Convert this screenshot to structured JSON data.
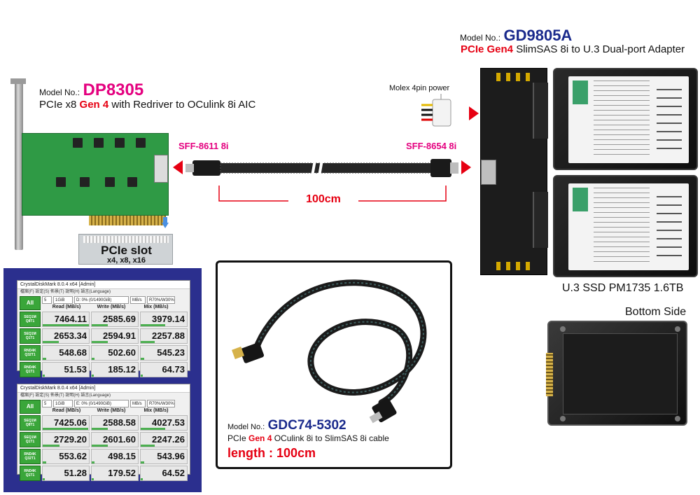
{
  "aic": {
    "model_prefix": "Model No.:",
    "model": "DP8305",
    "desc_a": "PCIe x8 ",
    "desc_gen": "Gen 4",
    "desc_b": " with Redriver to OCulink 8i AIC",
    "slot_title": "PCIe slot",
    "slot_sub": "x4, x8, x16"
  },
  "adapter": {
    "model_prefix": "Model No.:",
    "model": "GD9805A",
    "desc_gen": "PCIe Gen4",
    "desc_rest": " SlimSAS 8i to U.3 Dual-port Adapter",
    "molex": "Molex 4pin power"
  },
  "connectors": {
    "left": "SFF-8611 8i",
    "right": "SFF-8654 8i",
    "length": "100cm"
  },
  "ssd": {
    "caption": "U.3 SSD PM1735 1.6TB",
    "bottom": "Bottom Side"
  },
  "cable": {
    "model_prefix": "Model No.:",
    "model": "GDC74-5302",
    "desc_a": "PCIe ",
    "desc_gen": "Gen 4",
    "desc_b": " OCulink 8i to SlimSAS 8i cable",
    "length_label": "length : 100cm"
  },
  "cdm": [
    {
      "title": "CrystalDiskMark 8.0.4 x64 [Admin]",
      "menu": "檔案(F)  設定(S)  佈景(T)  說明(H)  語言(Language)",
      "all": "All",
      "count": "5",
      "size": "1GiB",
      "drive": "D: 0% (0/1490GiB)",
      "unit": "MB/s",
      "mix": "R70%/W30%",
      "headers": [
        "Read (MB/s)",
        "Write (MB/s)",
        "Mix (MB/s)"
      ],
      "rows": [
        {
          "label_a": "SEQ1M",
          "label_b": "Q8T1",
          "read": "7464.11",
          "write": "2585.69",
          "mix": "3979.14"
        },
        {
          "label_a": "SEQ1M",
          "label_b": "Q1T1",
          "read": "2653.34",
          "write": "2594.91",
          "mix": "2257.88"
        },
        {
          "label_a": "RND4K",
          "label_b": "Q32T1",
          "read": "548.68",
          "write": "502.60",
          "mix": "545.23"
        },
        {
          "label_a": "RND4K",
          "label_b": "Q1T1",
          "read": "51.53",
          "write": "185.12",
          "mix": "64.73"
        }
      ]
    },
    {
      "title": "CrystalDiskMark 8.0.4 x64 [Admin]",
      "menu": "檔案(F)  設定(S)  佈景(T)  說明(H)  語言(Language)",
      "all": "All",
      "count": "5",
      "size": "1GiB",
      "drive": "E: 0% (0/1490GiB)",
      "unit": "MB/s",
      "mix": "R70%/W30%",
      "headers": [
        "Read (MB/s)",
        "Write (MB/s)",
        "Mix (MB/s)"
      ],
      "rows": [
        {
          "label_a": "SEQ1M",
          "label_b": "Q8T1",
          "read": "7425.06",
          "write": "2588.58",
          "mix": "4027.53"
        },
        {
          "label_a": "SEQ1M",
          "label_b": "Q1T1",
          "read": "2729.20",
          "write": "2601.60",
          "mix": "2247.26"
        },
        {
          "label_a": "RND4K",
          "label_b": "Q32T1",
          "read": "553.62",
          "write": "498.15",
          "mix": "543.96"
        },
        {
          "label_a": "RND4K",
          "label_b": "Q1T1",
          "read": "51.28",
          "write": "179.52",
          "mix": "64.52"
        }
      ]
    }
  ],
  "colors": {
    "pink": "#e4007f",
    "navy": "#1a2a8c",
    "red": "#e60012",
    "cdm_bg": "#2b2f8e",
    "pcb_green": "#2f9a45"
  }
}
